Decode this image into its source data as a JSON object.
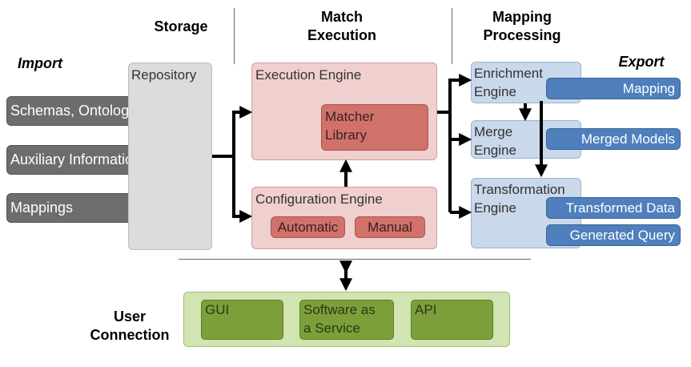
{
  "headers": {
    "storage": "Storage",
    "match_execution": "Match\nExecution",
    "mapping_processing": "Mapping\nProcessing",
    "import": "Import",
    "export": "Export",
    "user_connection": "User\nConnection"
  },
  "import_items": [
    "Schemas, Ontologies",
    "Auxiliary Information",
    "Mappings"
  ],
  "repository": "Repository",
  "execution_engine": {
    "title": "Execution Engine",
    "matcher_library": "Matcher\nLibrary"
  },
  "configuration_engine": {
    "title": "Configuration Engine",
    "automatic": "Automatic",
    "manual": "Manual"
  },
  "mapping_engines": {
    "enrichment": "Enrichment\nEngine",
    "merge": "Merge\nEngine",
    "transformation": "Transformation\nEngine"
  },
  "export_items": [
    "Mapping",
    "Merged Models",
    "Transformed Data",
    "Generated Query"
  ],
  "user_connection_items": [
    "GUI",
    "Software as\na Service",
    "API"
  ],
  "colors": {
    "import_box": "#6d6d6d",
    "repository": "#dcdcdc",
    "execution_light": "#f0cfcf",
    "execution_dark": "#d0726a",
    "mapping_light": "#c9d8ea",
    "export_box": "#4f7fbd",
    "user_light": "#d2e4b2",
    "user_dark": "#7c9f3b"
  }
}
